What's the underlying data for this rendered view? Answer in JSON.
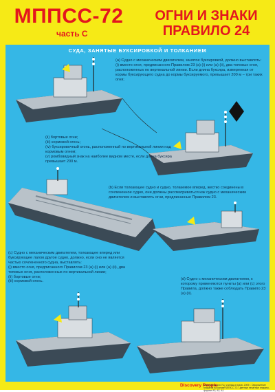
{
  "header": {
    "title": "МППСС-72",
    "part": "часть С",
    "right_line1": "ОГНИ И ЗНАКИ",
    "right_line2": "ПРАВИЛО 24"
  },
  "section_title": "СУДА, ЗАНЯТЫЕ БУКСИРОВКОЙ И ТОЛКАНИЕМ",
  "text_a": [
    "(а) Судно с механическим двигателем, занятое буксировкой, должно выставлять:",
    "(i) вместо огня, предписанного Правилом 23 (а) (i) или (а) (ii), два топовых огня, расположенных по вертикальной линии. Если длина буксира, измеренная от кормы буксирующего судна до кормы буксируемого, превышает 200 м – три таких огня;"
  ],
  "text_a2": [
    "(ii) бортовые огни;",
    "(iii) кормовой огонь;",
    "(iv) буксировочный огонь, расположенный по вертикальной линии над кормовым огнем;",
    "(v) ромбовидный знак на наиболее видном месте, если длина буксира превышает 200 м."
  ],
  "text_b": "(b) Если толкающее судно и судно, толкаемое вперед, жестко соединены в сочлененное судно, они должны рассматриваться как судно с механическим двигателем и выставлять огни, предписанные Правилом 23.",
  "text_c": [
    "(с) Судно с механическим двигателем, толкающее вперед или буксирующее лагом другое судно, должно, если оно не является частью сочлененного судна, выставлять:",
    "(i) вместо огня, предписанного Правилом 23 (а) (i) или (а) (ii), два топовых огня, расположенных по вертикальной линии;",
    "(ii) бортовые огни;",
    "(iii) кормовой огонь."
  ],
  "text_d": "(d) Судно с механическим двигателем, к которому применяются пункты (а) или (с) этого Правила, должно также соблюдать Правило 23 (а) (ii).",
  "footer": {
    "brand": "Discovery People",
    "credit": "Материалы для УЦ, училищ и вузов. 2009 г. Оформление плакатов на основе МППСС-72. Цветные печатные плакаты, формат А3, А2, А1."
  },
  "colors": {
    "background": "#f6ea16",
    "panel": "#35b7e6",
    "title": "#e3161e",
    "hull": "#3b4a56",
    "deck": "#b9c2c9",
    "light": "#fff3a0"
  }
}
